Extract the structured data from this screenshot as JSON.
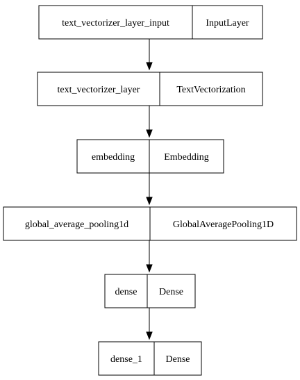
{
  "diagram": {
    "layers": [
      {
        "name": "text_vectorizer_layer_input",
        "type": "InputLayer"
      },
      {
        "name": "text_vectorizer_layer",
        "type": "TextVectorization"
      },
      {
        "name": "embedding",
        "type": "Embedding"
      },
      {
        "name": "global_average_pooling1d",
        "type": "GlobalAveragePooling1D"
      },
      {
        "name": "dense",
        "type": "Dense"
      },
      {
        "name": "dense_1",
        "type": "Dense"
      }
    ],
    "edges": [
      {
        "from": 0,
        "to": 1
      },
      {
        "from": 1,
        "to": 2
      },
      {
        "from": 2,
        "to": 3
      },
      {
        "from": 3,
        "to": 4
      },
      {
        "from": 4,
        "to": 5
      }
    ]
  }
}
